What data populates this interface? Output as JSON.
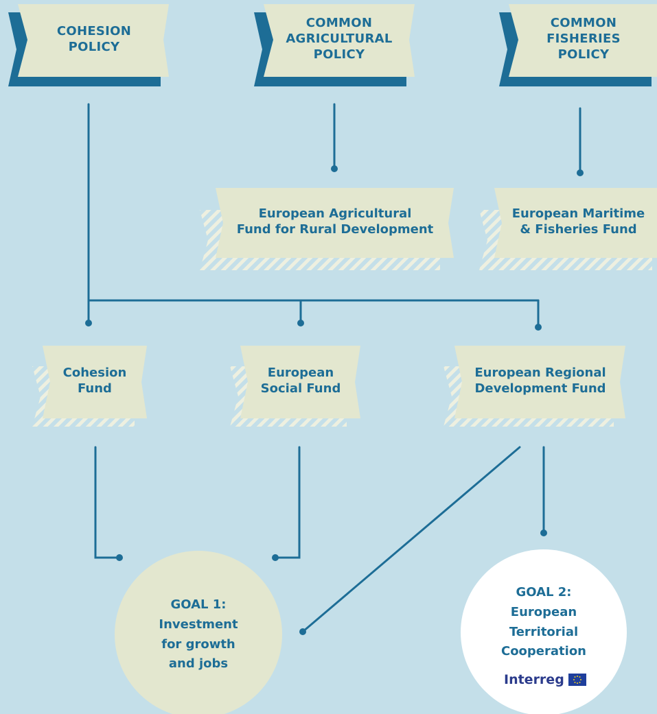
{
  "policies": [
    {
      "id": "cohesion",
      "label": "COHESION\nPOLICY"
    },
    {
      "id": "agricultural",
      "label": "COMMON\nAGRICULTURAL\nPOLICY"
    },
    {
      "id": "fisheries",
      "label": "COMMON\nFISHERIES\nPOLICY"
    }
  ],
  "funds": {
    "eafrd": "European Agricultural\nFund for Rural Development",
    "emff": "European Maritime\n& Fisheries Fund",
    "cohesion_fund": "Cohesion\nFund",
    "esf": "European\nSocial Fund",
    "erdf": "European Regional\nDevelopment Fund"
  },
  "goals": {
    "goal1": {
      "title": "GOAL 1:",
      "text": "Investment\nfor growth\nand jobs"
    },
    "goal2": {
      "title": "GOAL 2:",
      "text": "European\nTerritorial\nCooperation"
    }
  },
  "interreg_logo": {
    "word": "Interreg"
  },
  "colors": {
    "background": "#c4dfe9",
    "banner": "#e3e7cf",
    "accent": "#1d6d96",
    "text": "#1d6d96",
    "goal1_fill": "#e3e7cf",
    "goal2_fill": "#ffffff",
    "interreg_blue": "#2b3b8c",
    "eu_blue": "#1f3f9c",
    "eu_yellow": "#f7d117"
  }
}
